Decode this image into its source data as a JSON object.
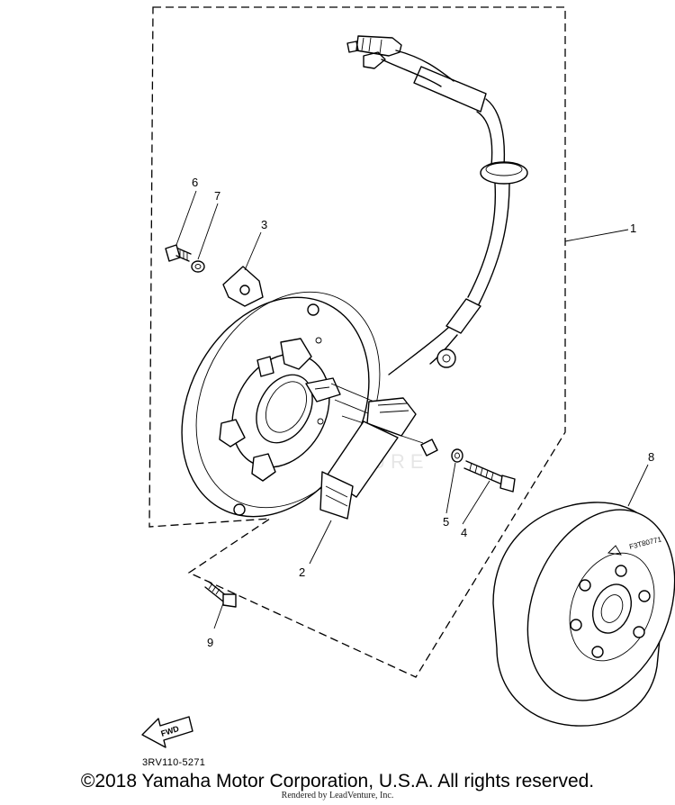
{
  "diagram": {
    "callouts": [
      "1",
      "2",
      "3",
      "4",
      "5",
      "6",
      "7",
      "8",
      "9"
    ],
    "watermark_text": "LEADVENTURE",
    "fwd_label": "FWD",
    "rotor_stamp": "F3T80771"
  },
  "footer": {
    "part_code": "3RV110-5271",
    "copyright": "©2018 Yamaha Motor Corporation, U.S.A. All rights reserved.",
    "rendered_by": "Rendered by LeadVenture, Inc."
  }
}
